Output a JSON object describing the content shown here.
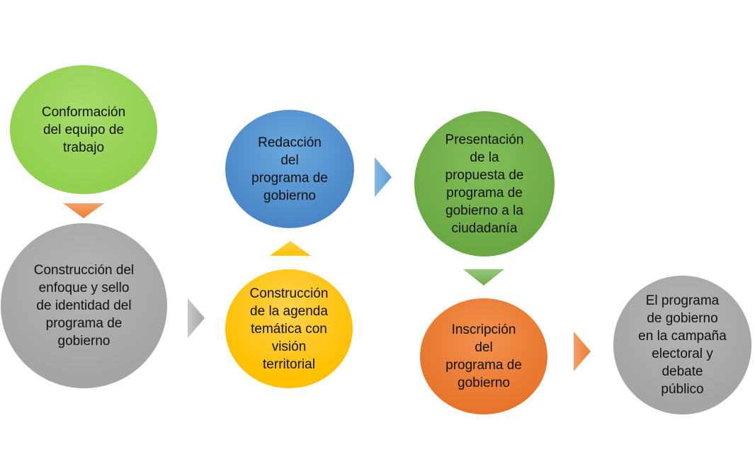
{
  "nodes": {
    "n1": {
      "label": "Conformación\ndel equipo de\ntrabajo",
      "color": "#92d050"
    },
    "n2": {
      "label": "Construcción del\nenfoque y sello\nde identidad del\nprograma de\ngobierno",
      "color": "#a5a5a5"
    },
    "n3": {
      "label": "Construcción\nde la agenda\ntemática con\nvisión\nterritorial",
      "color": "#ffc000"
    },
    "n4": {
      "label": "Redacción\ndel\nprograma de\ngobierno",
      "color": "#5b9bd5"
    },
    "n5": {
      "label": "Presentación\nde la\npropuesta de\nprograma de\ngobierno a la\nciudadanía",
      "color": "#70ad47"
    },
    "n6": {
      "label": "Inscripción\ndel\nprograma de\ngobierno",
      "color": "#ed7d31"
    },
    "n7": {
      "label": "El programa\nde gobierno\nen la campaña\nelectoral y\ndebate\npúblico",
      "color": "#a5a5a5"
    }
  },
  "arrow_colors": {
    "a1": "#ed7d31",
    "a2": "#a5a5a5",
    "a3": "#ffc000",
    "a4": "#5b9bd5",
    "a5": "#70ad47",
    "a6": "#ed7d31"
  }
}
